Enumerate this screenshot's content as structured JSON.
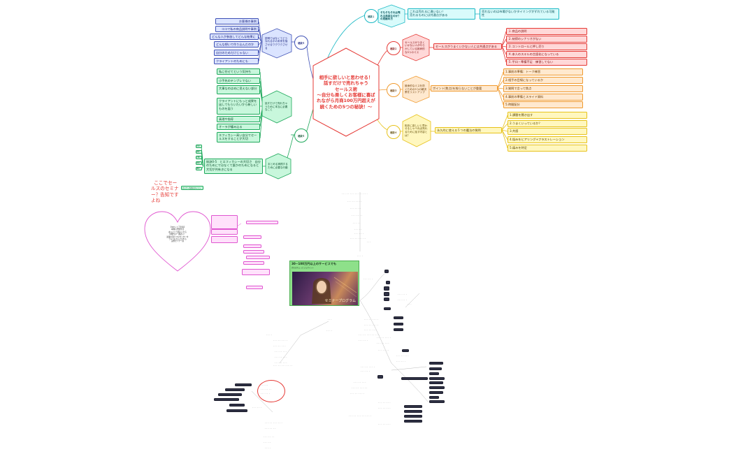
{
  "center": {
    "title_line1": "相手に欲しいと思わせる！",
    "title_line2": "話すだけで売れちゃう",
    "title_line3": "セールス術",
    "subtitle": "〜自分も楽しくお客様に喜ばれながら月商100万円超えが続くための5つの秘訣！〜"
  },
  "secret_labels": [
    "秘訣１",
    "秘訣２",
    "秘訣３",
    "秘訣４",
    "秘訣５"
  ],
  "secret1": {
    "node": "そもそもそれは売れる商品なのか？の見極め方",
    "items": [
      "これは売れるに違いない！\n売れるものには共通点がある",
      "売れないのは市場がないかタイミングがずれている可能性"
    ]
  },
  "secret2": {
    "node": "セールスがうまくいかない人がやらかしている致命的な5つのミス",
    "sub": "セールスがうまくいかない人には共通点がある",
    "items": [
      "１.商品の説明",
      "２.納得のシナリオがない",
      "３.コントロールと押し売り",
      "４.本人のスキルの言語化になっている",
      "５.平口・準備不足　練習してない"
    ]
  },
  "secret3": {
    "node": "致命的なミスを防ぐための5つの解決策をリストアップ",
    "sub": "ポイント(焦点)を絞らないことが重要",
    "items": [
      "1.事前の準備：トーク練習",
      "2.相手の目線になっているか",
      "3.質問で言って焦点",
      "4.事前の準備とスライド資料",
      "5.時間配分"
    ]
  },
  "secret4": {
    "node": "相手に欲しいと思わせるしゃべれば売れるために話す内容とは？",
    "sub": "永久的に使える５つの魔法の質問",
    "items": [
      "1.課題を聞き出す",
      "2.うまくいっているか？",
      "3.共感",
      "4.悩みをヒアリング+フラストレーション",
      "5.痛みを特定"
    ]
  },
  "secret5": {
    "node": "説明ではなくてどうなれるかの未来を描させるワクワクさせる",
    "items": [
      "お客様の事例",
      "ココで私の商品説明や事例",
      "どんな人が参加してどんな結果に",
      "どんな想いで作り込んだのか",
      "自分のためだけじゃない",
      "クライアントのためにも"
    ]
  },
  "secret6": {
    "node": "話すだけで売れちゃうために本当に必要なこと",
    "items": [
      "私に任せてという気持ち",
      "小手先のテンプレでない",
      "大事なのはめに見えない部分",
      "クライアントにもっと成果を出してもらいたいから新しいものを届う",
      "真理や指導",
      "オーラが纏み込る",
      "エフィカシー高い自分でセールスをすることが大切"
    ]
  },
  "summary": {
    "node": "まとめる実践するために必要な行動",
    "item": "秘訣0-5　とエフィカシーの大切さ　自分のためにではなくて誰かのためになると大切が共有きになる",
    "small": [
      "日付",
      "備考",
      "行動",
      "練習",
      "確認"
    ]
  },
  "seminar_note": "ここでセールスのセミナー？告知ですよね",
  "seminar_small": "セミナー告知のタイミング",
  "heart_text": "【365シェア別表】\n本物の才能をは\nあっという間にいける\n影響力の一番近い！\n最後の寄りつかセンターを\nうもうもなんとなれる\n実際セミナー前",
  "promo": {
    "title": "30~100万円以上のサービスでも",
    "sub1": "売れる/ちょっとしたポイント",
    "banner": "セミナープログラム"
  },
  "colors": {
    "blue": "#3f51b5",
    "green": "#1ea85b",
    "red": "#e53935",
    "orange": "#f09a2e",
    "yellow": "#e7c21b",
    "cyan": "#19b8c4",
    "magenta": "#e056d0",
    "dark": "#2f3145",
    "hub_red": "#e53935"
  }
}
